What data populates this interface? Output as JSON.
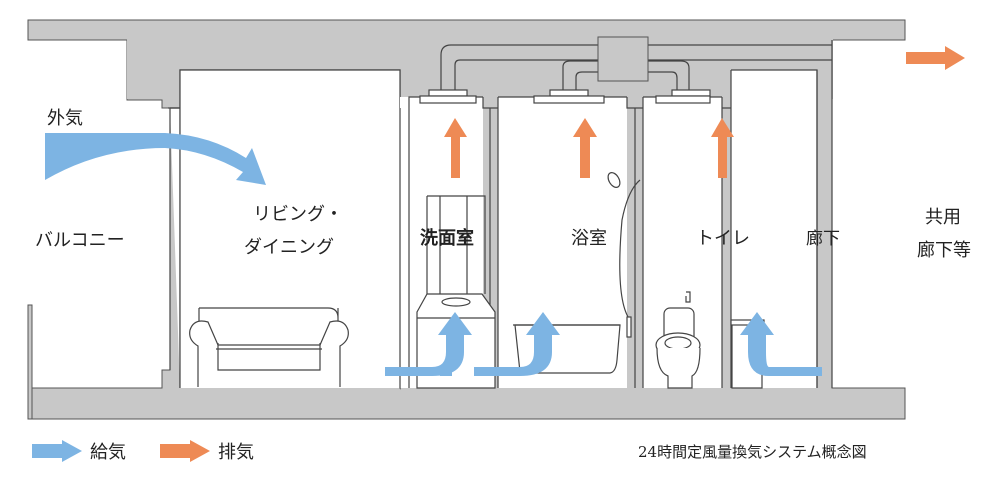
{
  "title": "24時間定風量換気システム概念図",
  "labels": {
    "outside_air": "外気",
    "balcony": "バルコニー",
    "living_1": "リビング・",
    "living_2": "ダイニング",
    "washroom": "洗面室",
    "bathroom": "浴室",
    "toilet": "トイレ",
    "hallway": "廊下",
    "common_1": "共用",
    "common_2": "廊下等"
  },
  "legend": [
    {
      "label": "給気",
      "color": "#7db4e3",
      "icon": "blue-arrow-icon"
    },
    {
      "label": "排気",
      "color": "#ee8a55",
      "icon": "orange-arrow-icon"
    }
  ],
  "colors": {
    "supply": "#7db4e3",
    "exhaust": "#ee8a55",
    "structure": "#c8c8c8"
  }
}
